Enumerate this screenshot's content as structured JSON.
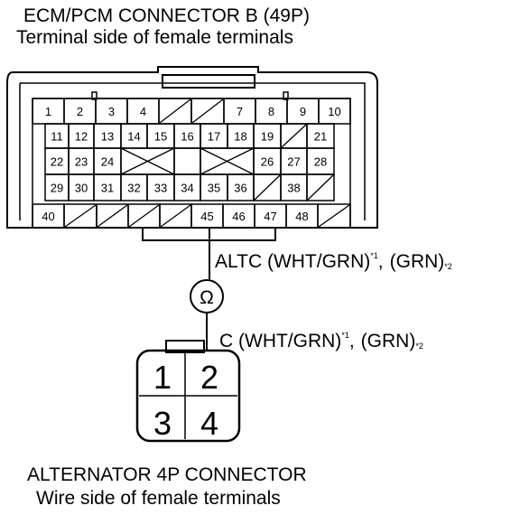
{
  "ecm": {
    "title": "ECM/PCM CONNECTOR B (49P)",
    "subtitle": "Terminal side of female terminals",
    "rows": [
      [
        "1",
        "2",
        "3",
        "4",
        "",
        "",
        "7",
        "8",
        "9",
        "10"
      ],
      [
        "11",
        "12",
        "13",
        "14",
        "15",
        "16",
        "17",
        "18",
        "19",
        "",
        "21"
      ],
      [
        "22",
        "23",
        "24",
        "",
        "",
        "",
        "",
        "26",
        "27",
        "28"
      ],
      [
        "29",
        "30",
        "31",
        "32",
        "33",
        "34",
        "35",
        "36",
        "",
        "38",
        ""
      ],
      [
        "40",
        "",
        "",
        "",
        "",
        "45",
        "46",
        "47",
        "48",
        ""
      ]
    ]
  },
  "wire1": {
    "name": "ALTC (WHT/GRN)",
    "note1": "*1",
    "sep": ",",
    "alt": "(GRN)",
    "note2": "*2"
  },
  "ohm_symbol": "Ω",
  "wire2": {
    "name": "C (WHT/GRN)",
    "note1": "*1",
    "sep": ",",
    "alt": "(GRN)",
    "note2": "*2"
  },
  "alternator": {
    "pins": [
      "1",
      "2",
      "3",
      "4"
    ],
    "title": "ALTERNATOR 4P CONNECTOR",
    "subtitle": "Wire side of female terminals"
  }
}
